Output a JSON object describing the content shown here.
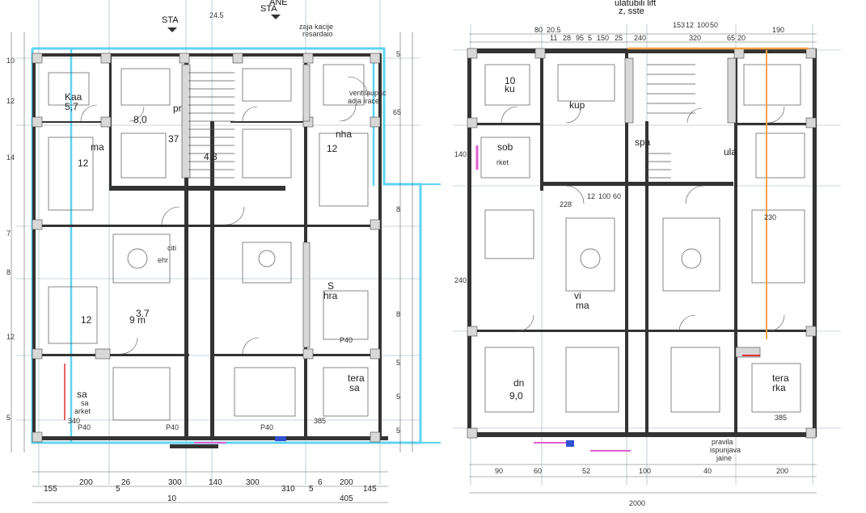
{
  "colors": {
    "outline_cyan": "#5fd3f0",
    "accent_orange": "#f4a24a",
    "accent_magenta": "#e060d0",
    "accent_blue": "#3050d0",
    "wall": "#333333"
  },
  "top_labels": {
    "stairs_a": "STA",
    "ne": "ANE",
    "stairs_b": "STA",
    "lift": "ulatubili lift",
    "stairs_c": "z, sste",
    "zone_left_1": "zaja kacije",
    "zone_left_2": "resardaio",
    "dim_top_1": "24.5",
    "dim_top_2": "190"
  },
  "left_plan": {
    "rooms": [
      {
        "name": "Kaa",
        "area": "5,7"
      },
      {
        "name": "ma",
        "area": "12"
      },
      {
        "name": "pr",
        "area": "8,0"
      },
      {
        "name": "37",
        "area": "4,3"
      },
      {
        "name": "nha",
        "area": "12"
      },
      {
        "name": "3.7",
        "area": "9 m"
      },
      {
        "name": "ventilaupac",
        "area": "adja irace"
      },
      {
        "name": "citi",
        "area": "ehr"
      },
      {
        "name": "S",
        "area": "hra"
      },
      {
        "name": "sa",
        "area": "12"
      },
      {
        "name": "tera",
        "area": "sa"
      },
      {
        "name": "arket",
        "area": "sa"
      }
    ],
    "bottom_dims": [
      "200",
      "26",
      "300",
      "140",
      "300",
      "310",
      "6",
      "200",
      "145"
    ],
    "bottom_dims_2": [
      "155",
      "5",
      "10",
      "5",
      "405"
    ],
    "side_dims_left": [
      "10",
      "12",
      "14",
      "7",
      "8",
      "12",
      "5"
    ],
    "side_dims_right": [
      "5",
      "65",
      "8",
      "8",
      "5",
      "5",
      "5"
    ],
    "markers": [
      "P40",
      "P40",
      "P40",
      "P40",
      "385",
      "340"
    ]
  },
  "right_plan": {
    "top_dims": [
      "80",
      "20.5",
      "11",
      "28",
      "95",
      "5",
      "150",
      "25",
      "240",
      "320",
      "65",
      "20",
      "153",
      "12",
      "100",
      "50"
    ],
    "rooms": [
      {
        "name": "ku",
        "area": "10"
      },
      {
        "name": "kup",
        "area": ""
      },
      {
        "name": "spa",
        "area": ""
      },
      {
        "name": "ula",
        "area": ""
      },
      {
        "name": "sob",
        "area": "rket"
      },
      {
        "name": "vi",
        "area": "ma"
      },
      {
        "name": "tera",
        "area": "rka"
      },
      {
        "name": "dn",
        "area": "9,0"
      }
    ],
    "mid_dims": [
      "12",
      "100",
      "60",
      "228",
      "230"
    ],
    "bottom_dims": [
      "90",
      "60",
      "52",
      "100",
      "40",
      "200"
    ],
    "markers": [
      "385",
      "140",
      "240",
      "2000"
    ],
    "notes": [
      "pravila",
      "ispunjava",
      "jaine"
    ]
  }
}
